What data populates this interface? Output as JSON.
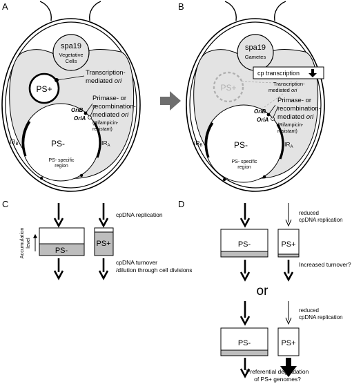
{
  "panels": {
    "a": "A",
    "b": "B",
    "c": "C",
    "d": "D"
  },
  "panel_a": {
    "strain": "spa19",
    "cell_type_line1": "Vegetative",
    "cell_type_line2": "Cells",
    "ps_plus": "PS+",
    "transcription_line1": "Transcription-",
    "transcription_line2": "mediated",
    "ori_word": "ori",
    "primase_line1": "Primase- or",
    "primase_line2": "recombination-",
    "primase_line3": "mediated",
    "primase_ori": "ori",
    "rif_line1": "(Rifampicin-",
    "rif_line2": "resistant)",
    "orib": "OriB",
    "oria": "OriA",
    "ir_b_base": "IR",
    "ir_b_sub": "B",
    "ir_a_base": "IR",
    "ir_a_sub": "A",
    "ps_minus": "PS-",
    "specific_line1": "PS- specific",
    "specific_line2": "region"
  },
  "panel_b": {
    "strain": "spa19",
    "cell_type": "Gametes",
    "ps_plus": "PS+",
    "cp_transcription": "cp transcription",
    "down_arrow_icon": "arrow-down-icon",
    "transcription_line1": "Transcription-",
    "transcription_line2": "mediated",
    "ori_word": "ori",
    "primase_line1": "Primase- or",
    "primase_line2": "recombination-",
    "primase_line3": "mediated",
    "primase_ori": "ori",
    "rif_line1": "(Rifampicin-",
    "rif_line2": "resistant)",
    "orib": "OriB",
    "oria": "OriA",
    "ir_b_base": "IR",
    "ir_b_sub": "B",
    "ir_a_base": "IR",
    "ir_a_sub": "A",
    "ps_minus": "PS-",
    "specific_line1": "PS- specific",
    "specific_line2": "region"
  },
  "panel_c": {
    "replication": "cpDNA replication",
    "accum_line1": "Accumulation",
    "accum_line2": "level",
    "ps_minus": "PS-",
    "ps_plus": "PS+",
    "turnover_line1": "cpDNA turnover",
    "turnover_line2": "/dilution through cell divisions"
  },
  "panel_d": {
    "reduced1_line1": "reduced",
    "reduced1_line2": "cpDNA replication",
    "ps_minus_1": "PS-",
    "ps_plus_1": "PS+",
    "increased": "Increased turnover?",
    "or_word": "or",
    "reduced2_line1": "reduced",
    "reduced2_line2": "cpDNA replication",
    "ps_minus_2": "PS-",
    "ps_plus_2": "PS+",
    "pref_line1": "Preferential degradation",
    "pref_line2": "of PS+ genomes?"
  },
  "colors": {
    "cell_fill": "#e3e3e3",
    "bar_fill": "#bdbdbd",
    "arrow_grey": "#6e6e6e",
    "ghost": "#b0b0b0"
  }
}
